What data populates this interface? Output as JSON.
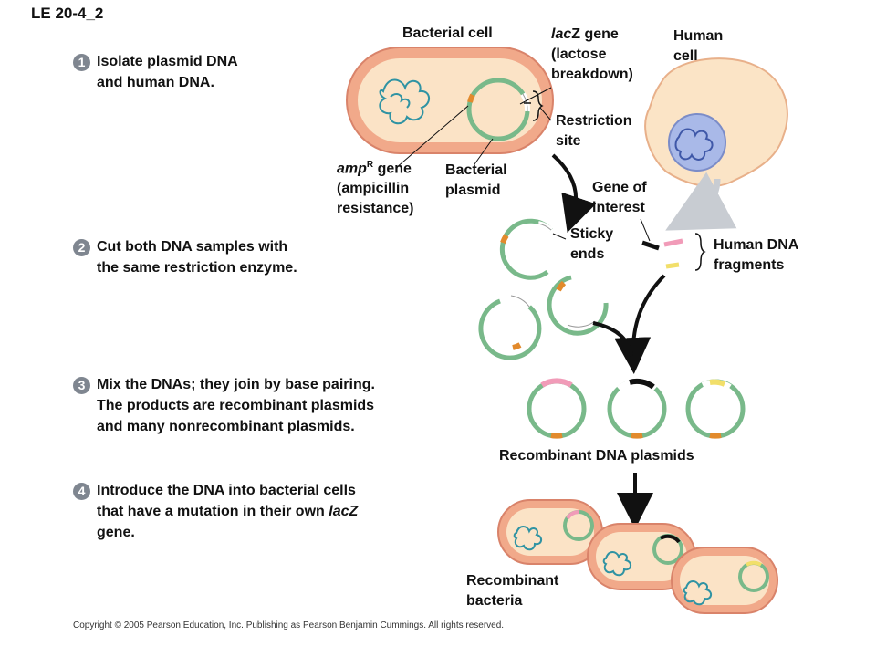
{
  "figure_id": "LE 20-4_2",
  "steps": [
    {
      "number": "1",
      "lines": [
        "Isolate plasmid DNA",
        "and human DNA."
      ]
    },
    {
      "number": "2",
      "lines": [
        "Cut both DNA samples with",
        "the same restriction enzyme."
      ]
    },
    {
      "number": "3",
      "lines": [
        "Mix the DNAs; they join by base pairing.",
        "The products are recombinant plasmids",
        "and many nonrecombinant plasmids."
      ]
    },
    {
      "number": "4",
      "lines": [
        "Introduce the DNA into bacterial cells",
        "that have a mutation in their own ",
        "gene."
      ],
      "italic_word": "lacZ"
    }
  ],
  "labels": {
    "bacterial_cell": "Bacterial cell",
    "lacz_gene": {
      "italic": "lac",
      "rest": "Z gene",
      "line2": "(lactose",
      "line3": "breakdown)"
    },
    "human_cell": [
      "Human",
      "cell"
    ],
    "restriction_site": [
      "Restriction",
      "site"
    ],
    "ampr_gene": {
      "italic": "amp",
      "sup": "R",
      "rest": " gene",
      "line2": "(ampicillin",
      "line3": "resistance)"
    },
    "bacterial_plasmid": [
      "Bacterial",
      "plasmid"
    ],
    "gene_of_interest": [
      "Gene of",
      "interest"
    ],
    "sticky_ends": [
      "Sticky",
      "ends"
    ],
    "human_dna_fragments": [
      "Human DNA",
      "fragments"
    ],
    "recombinant_dna_plasmids": "Recombinant DNA plasmids",
    "recombinant_bacteria": [
      "Recombinant",
      "bacteria"
    ]
  },
  "copyright": "Copyright © 2005 Pearson Education, Inc. Publishing as Pearson Benjamin Cummings. All rights reserved.",
  "colors": {
    "cell_fill": "#f1a98a",
    "cell_inner": "#fbe3c6",
    "plasmid_green": "#79b98a",
    "amp_orange": "#e28a2c",
    "human_cell": "#fbe4c6",
    "nucleus": "#a9b9e8",
    "dna_teal": "#2f93a3",
    "pink_fragment": "#f19bb8",
    "yellow_fragment": "#f2df6a",
    "step_badge": "#7f8690"
  }
}
